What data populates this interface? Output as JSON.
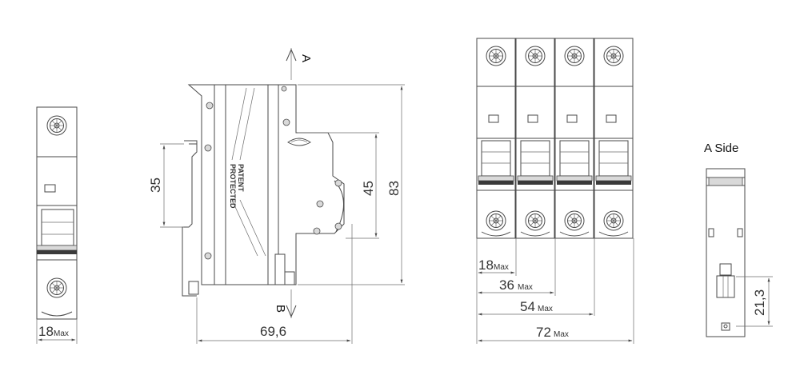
{
  "views": {
    "single_pole_front": {
      "width_main": "18",
      "width_unit": "Max"
    },
    "side": {
      "section_a": "A",
      "section_b": "B",
      "dim_rail": "35",
      "dim_inner": "45",
      "dim_height": "83",
      "dim_depth": "69,6",
      "patent_line1": "PATENT",
      "patent_line2": "PROTECTED"
    },
    "four_pole_front": {
      "d1": "18",
      "d2": "36",
      "d3": "54",
      "d4": "72",
      "unit": "Max"
    },
    "a_side": {
      "title": "A Side",
      "dim": "21,3"
    }
  }
}
